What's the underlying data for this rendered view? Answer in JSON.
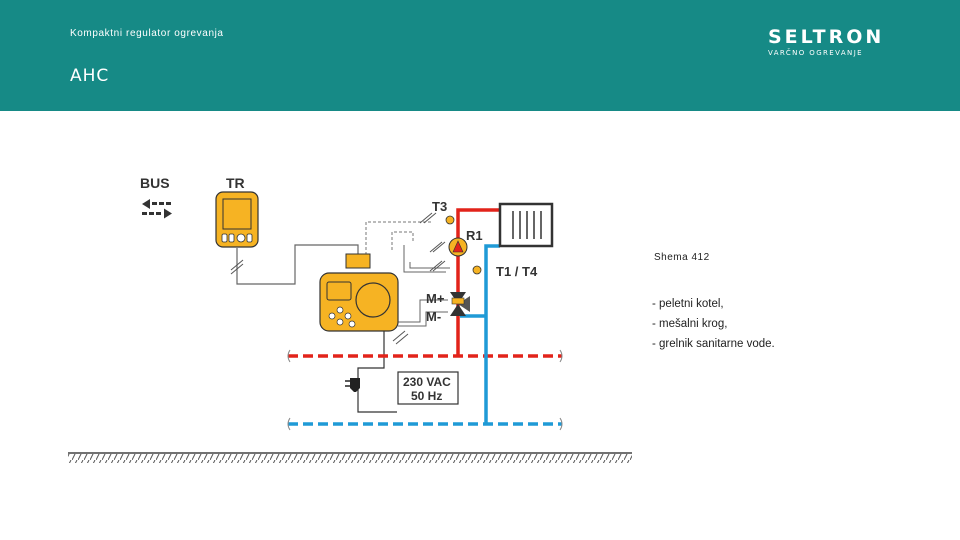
{
  "header": {
    "subtitle": "Kompaktni regulator ogrevanja",
    "title": "AHC",
    "logo_text": "SELTRON",
    "logo_tagline": "VARČNO OGREVANJE"
  },
  "diagram": {
    "labels": {
      "bus": "BUS",
      "tr": "TR",
      "t3": "T3",
      "r1": "R1",
      "t1t4": "T1 / T4",
      "mplus": "M+",
      "mminus": "M-",
      "power_line1": "230 VAC",
      "power_line2": "50 Hz"
    }
  },
  "schema_label": "Shema 412",
  "features": [
    "- peletni kotel,",
    "- mešalni krog,",
    "- grelnik sanitarne vode."
  ],
  "colors": {
    "header_bg": "#168a86",
    "hot_pipe": "#e2231a",
    "cold_pipe": "#1f9ad6",
    "controller": "#f6b323"
  }
}
